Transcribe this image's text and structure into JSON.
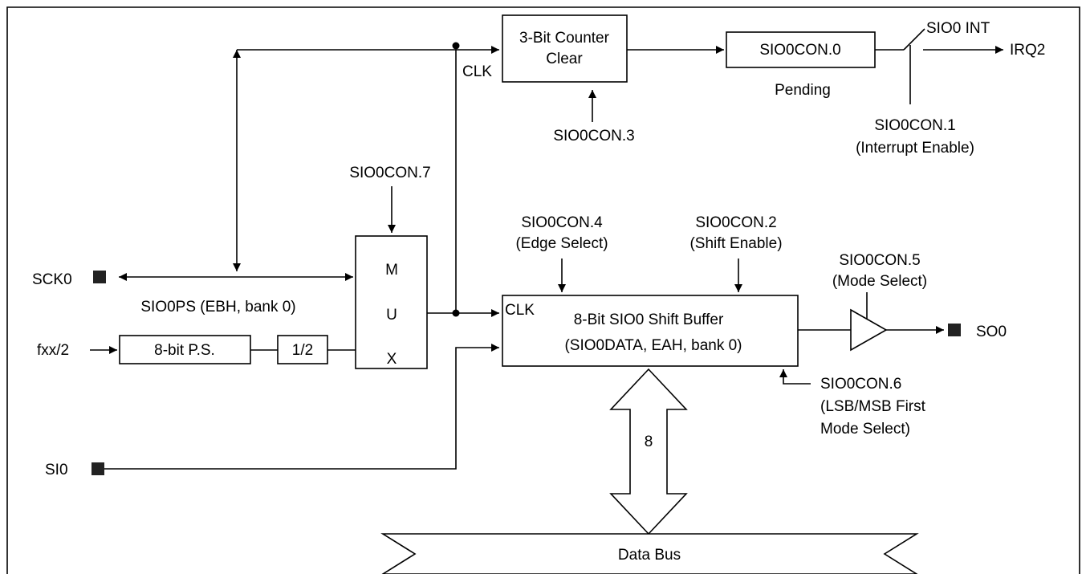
{
  "blocks": {
    "counter": [
      "3-Bit Counter",
      "Clear"
    ],
    "pending_reg": "SIO0CON.0",
    "mux": [
      "M",
      "U",
      "X"
    ],
    "shift_buffer": [
      "8-Bit SIO0 Shift Buffer",
      "(SIO0DATA, EAH, bank 0)"
    ],
    "prescaler": "8-bit P.S.",
    "divider": "1/2",
    "data_bus": "Data Bus",
    "bus_width": "8"
  },
  "labels": {
    "clk_counter": "CLK",
    "clk_buffer": "CLK",
    "counter_clear_ctrl": "SIO0CON.3",
    "pending": "Pending",
    "sio0_int": "SIO0 INT",
    "irq": "IRQ2",
    "int_enable": [
      "SIO0CON.1",
      "(Interrupt Enable)"
    ],
    "mux_ctrl": "SIO0CON.7",
    "edge_select": [
      "SIO0CON.4",
      "(Edge Select)"
    ],
    "shift_enable": [
      "SIO0CON.2",
      "(Shift Enable)"
    ],
    "mode_select": [
      "SIO0CON.5",
      "(Mode Select)"
    ],
    "lsb_msb": [
      "SIO0CON.6",
      "(LSB/MSB First",
      "Mode Select)"
    ],
    "sio0ps": "SIO0PS (EBH, bank 0)",
    "fxx": "fxx/2"
  },
  "pins": {
    "sck0": "SCK0",
    "so0": "SO0",
    "si0": "SI0"
  }
}
